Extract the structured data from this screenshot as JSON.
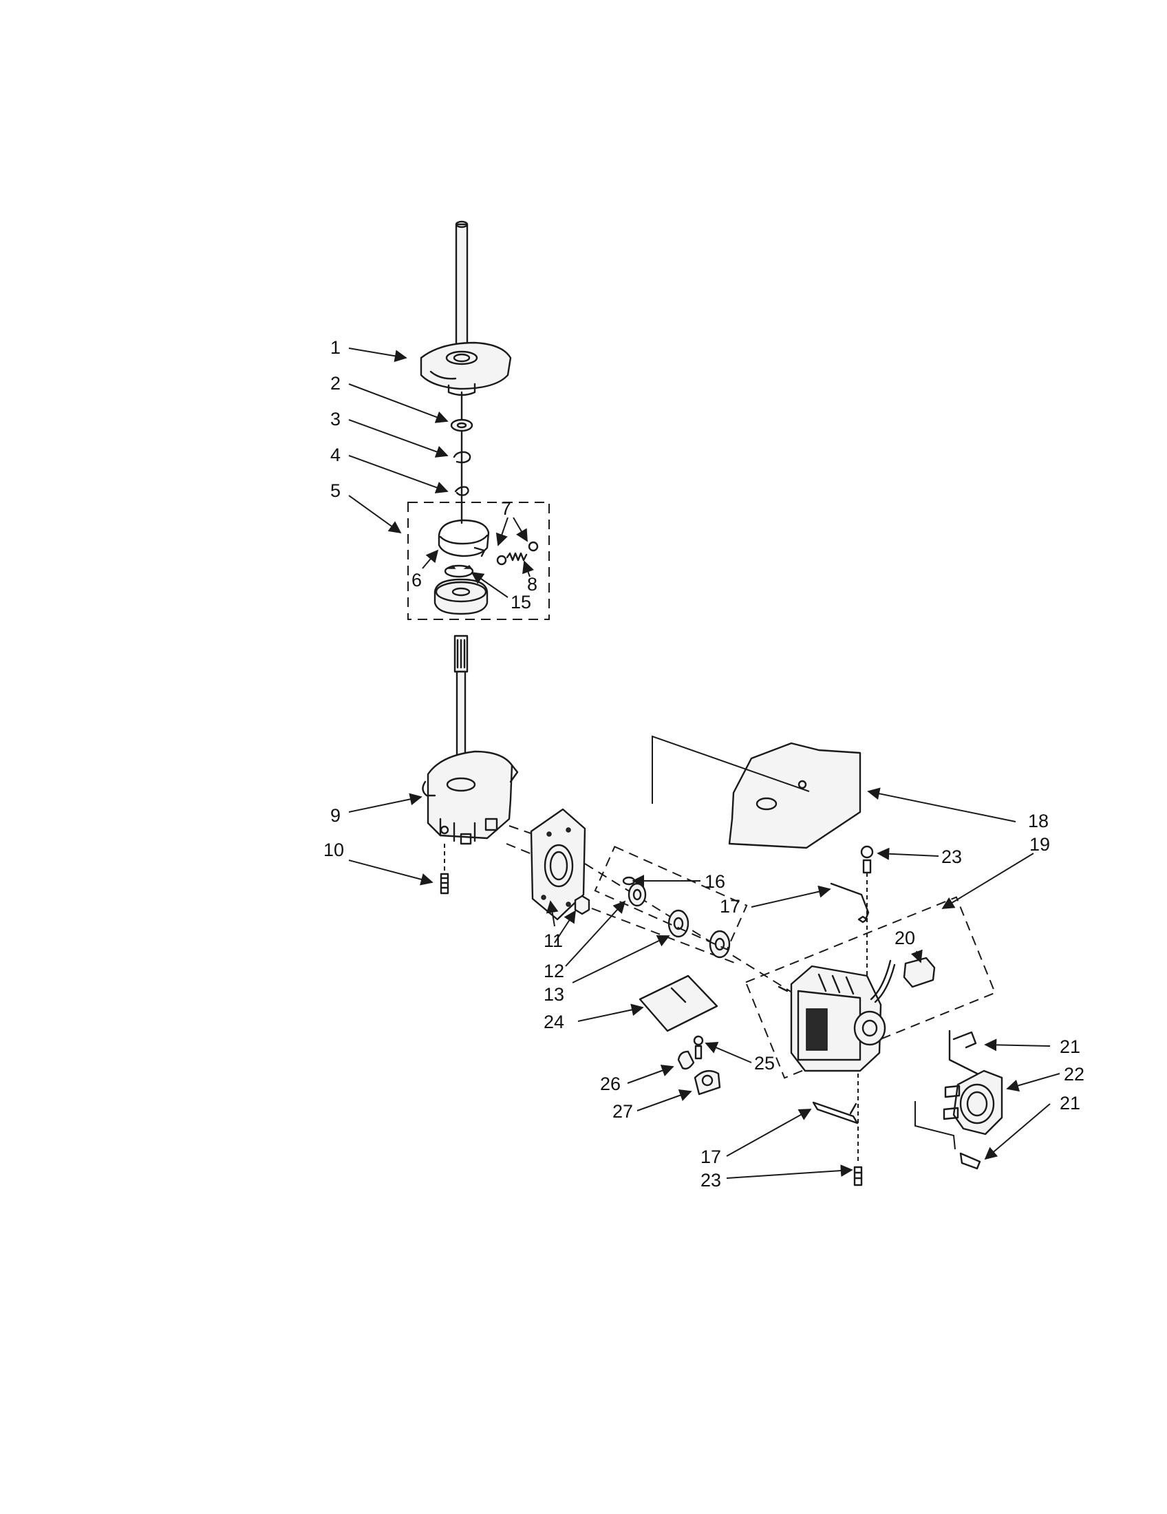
{
  "callouts": [
    {
      "id": "c1",
      "label": "1"
    },
    {
      "id": "c2",
      "label": "2"
    },
    {
      "id": "c3",
      "label": "3"
    },
    {
      "id": "c4",
      "label": "4"
    },
    {
      "id": "c5",
      "label": "5"
    },
    {
      "id": "c6",
      "label": "6"
    },
    {
      "id": "c7",
      "label": "7"
    },
    {
      "id": "c8",
      "label": "8"
    },
    {
      "id": "c15",
      "label": "15"
    },
    {
      "id": "c9",
      "label": "9"
    },
    {
      "id": "c10",
      "label": "10"
    },
    {
      "id": "c11",
      "label": "11"
    },
    {
      "id": "c12",
      "label": "12"
    },
    {
      "id": "c13",
      "label": "13"
    },
    {
      "id": "c24",
      "label": "24"
    },
    {
      "id": "c16",
      "label": "16"
    },
    {
      "id": "c17a",
      "label": "17"
    },
    {
      "id": "c17b",
      "label": "17"
    },
    {
      "id": "c18",
      "label": "18"
    },
    {
      "id": "c19",
      "label": "19"
    },
    {
      "id": "c20",
      "label": "20"
    },
    {
      "id": "c21a",
      "label": "21"
    },
    {
      "id": "c21b",
      "label": "21"
    },
    {
      "id": "c22",
      "label": "22"
    },
    {
      "id": "c23a",
      "label": "23"
    },
    {
      "id": "c23b",
      "label": "23"
    },
    {
      "id": "c25",
      "label": "25"
    },
    {
      "id": "c26",
      "label": "26"
    },
    {
      "id": "c27",
      "label": "27"
    }
  ]
}
